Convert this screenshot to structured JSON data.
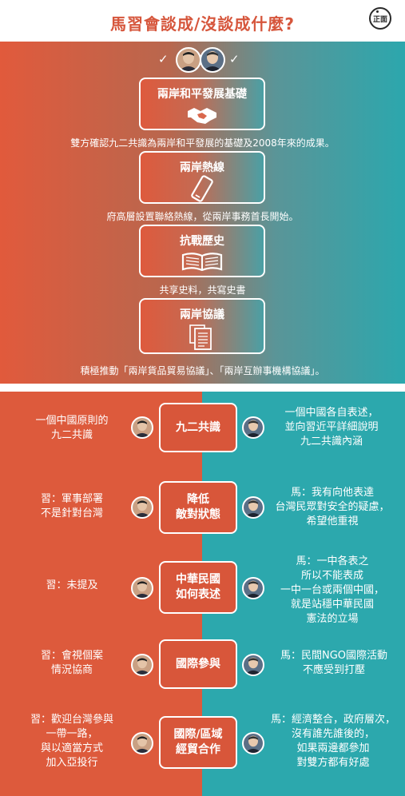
{
  "header": {
    "title": "馬習會談成/沒談成什麼?",
    "logo_text": "正面"
  },
  "agreements": [
    {
      "title": "兩岸和平發展基礎",
      "icon": "handshake-icon",
      "desc": "雙方確認九二共識為兩岸和平發展的基礎及2008年來的成果。"
    },
    {
      "title": "兩岸熱線",
      "icon": "phone-icon",
      "desc": "府高層設置聯絡熱線，從兩岸事務首長開始。"
    },
    {
      "title": "抗戰歷史",
      "icon": "book-icon",
      "desc": "共享史料，共寫史書"
    },
    {
      "title": "兩岸協議",
      "icon": "documents-icon",
      "desc": "積極推動「兩岸貨品貿易協議」、「兩岸互辦事機構協議」。"
    }
  ],
  "topics": [
    {
      "topic": [
        "九二共識"
      ],
      "xi": [
        "一個中國原則的",
        "九二共識"
      ],
      "ma": [
        "一個中國各自表述，",
        "並向習近平詳細說明",
        "九二共識內涵"
      ]
    },
    {
      "topic": [
        "降低",
        "敵對狀態"
      ],
      "xi": [
        "習：軍事部署",
        "不是針對台灣"
      ],
      "ma": [
        "馬：我有向他表達",
        "台灣民眾對安全的疑慮，",
        "希望他重視"
      ]
    },
    {
      "topic": [
        "中華民國",
        "如何表述"
      ],
      "xi": [
        "習：未提及"
      ],
      "ma": [
        "馬：一中各表之",
        "所以不能表成",
        "一中一台或兩個中國，",
        "就是站穩中華民國",
        "憲法的立場"
      ]
    },
    {
      "topic": [
        "國際參與"
      ],
      "xi": [
        "習：會視個案",
        "情況協商"
      ],
      "ma": [
        "馬：民間NGO國際活動",
        "不應受到打壓"
      ]
    },
    {
      "topic": [
        "國際/區域",
        "經貿合作"
      ],
      "xi": [
        "習：歡迎台灣參與",
        "一帶一路，",
        "與以適當方式",
        "加入亞投行"
      ],
      "ma": [
        "馬：經濟整合，政府層次，",
        "沒有誰先誰後的，",
        "如果兩邊都參加",
        "對雙方都有好處"
      ]
    }
  ],
  "colors": {
    "red": "#dd5a3c",
    "teal": "#2ca8ad",
    "title": "#d6563c"
  }
}
